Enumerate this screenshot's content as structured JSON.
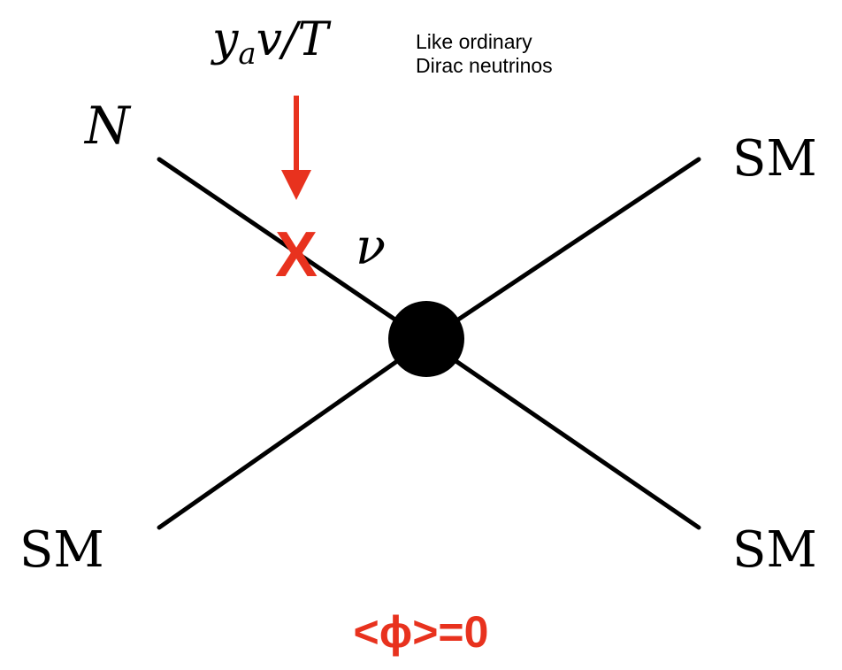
{
  "diagram": {
    "top_label": "y_a v/T",
    "top_label_parts": {
      "base": "y",
      "sub": "a",
      "rest": "v/T"
    },
    "note_lines": [
      "Like ordinary",
      "Dirac neutrinos"
    ],
    "legs": {
      "top_left": "N",
      "top_right": "SM",
      "bottom_left": "SM",
      "bottom_right": "SM"
    },
    "internal_label": "ν",
    "mass_insertion_mark": "X",
    "condition": "<ϕ>=0",
    "colors": {
      "accent": "#e8321e",
      "line": "#000000",
      "vertex": "#000000"
    }
  }
}
